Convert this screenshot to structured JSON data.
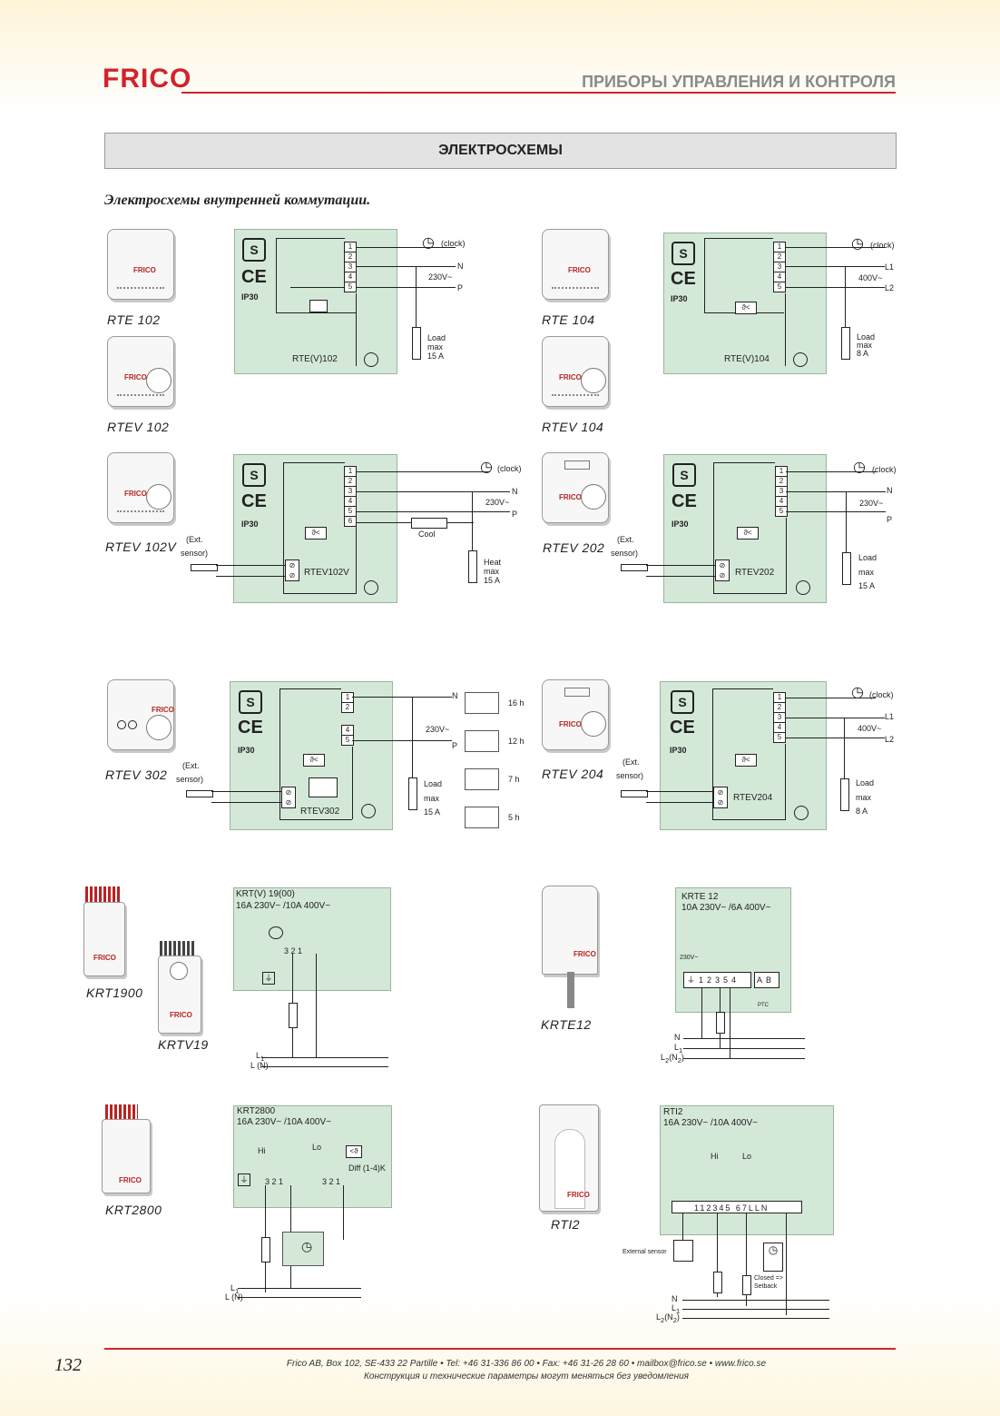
{
  "header": {
    "logo": "FRICO",
    "title": "ПРИБОРЫ УПРАВЛЕНИЯ И КОНТРОЛЯ"
  },
  "section": {
    "title": "ЭЛЕКТРОСХЕМЫ"
  },
  "subtitle": "Электросхемы внутренней коммутации.",
  "devices": {
    "rte102": "RTE 102",
    "rtev102": "RTEV 102",
    "rte104": "RTE 104",
    "rtev104": "RTEV 104",
    "rtev102v": "RTEV 102V",
    "rtev202": "RTEV 202",
    "rtev302": "RTEV 302",
    "rtev204": "RTEV 204",
    "krt1900": "KRT1900",
    "krtv19": "KRTV19",
    "krte12": "KRTE12",
    "krt2800": "KRT2800",
    "rti2": "RTI2"
  },
  "brand": "FRICO",
  "diagrams": {
    "d1": {
      "name": "RTE(V)102",
      "clock": "(clock)",
      "n": "N",
      "v": "230V~",
      "p": "P",
      "load": "Load",
      "max": "max",
      "amp": "15 A",
      "ip": "IP30"
    },
    "d2": {
      "name": "RTE(V)104",
      "clock": "(clock)",
      "l1": "L1",
      "v": "400V~",
      "l2": "L2",
      "load": "Load",
      "max": "max",
      "amp": "8 A",
      "ip": "IP30"
    },
    "d3": {
      "name": "RTEV102V",
      "clock": "(clock)",
      "n": "N",
      "v": "230V~",
      "p": "P",
      "cool": "Cool",
      "heat": "Heat",
      "max": "max",
      "amp": "15 A",
      "ext": "(Ext.",
      "sensor": "sensor)",
      "ip": "IP30"
    },
    "d4": {
      "name": "RTEV202",
      "clock": "(clock)",
      "n": "N",
      "v": "230V~",
      "p": "P",
      "load": "Load",
      "max": "max",
      "amp": "15 A",
      "ext": "(Ext.",
      "sensor": "sensor)",
      "ip": "IP30"
    },
    "d5": {
      "name": "RTEV302",
      "n": "N",
      "v": "230V~",
      "p": "P",
      "load": "Load",
      "max": "max",
      "amp": "15 A",
      "ext": "(Ext.",
      "sensor": "sensor)",
      "ip": "IP30",
      "times": [
        "16 h",
        "12 h",
        "7 h",
        "5 h"
      ]
    },
    "d6": {
      "name": "RTEV204",
      "clock": "(clock)",
      "l1": "L1",
      "v": "400V~",
      "l2": "L2",
      "load": "Load",
      "max": "max",
      "amp": "8 A",
      "ext": "(Ext.",
      "sensor": "sensor)",
      "ip": "IP30"
    },
    "d7": {
      "title": "KRT(V) 19(00)",
      "rating": "16A 230V~ /10A 400V~",
      "l1": "L",
      "l1sub": "1",
      "ln": "L (N)"
    },
    "d8": {
      "title": "KRTE 12",
      "rating": "10A 230V~ /6A 400V~",
      "v": "230V~",
      "ptc": "PTC",
      "n": "N",
      "l1": "L",
      "l1sub": "1",
      "l2": "L",
      "l2sub": "2",
      "l2n": "(N",
      "l2nsub": "2",
      "l2close": ")"
    },
    "d9": {
      "title": "KRT2800",
      "rating": "16A 230V~ /10A 400V~",
      "hi": "Hi",
      "lo": "Lo",
      "diff": "Diff (1-4)K",
      "l1": "L",
      "l1sub": "1",
      "ln": "L (N)"
    },
    "d10": {
      "title": "RTI2",
      "rating": "16A 230V~ /10A 400V~",
      "hi": "Hi",
      "lo": "Lo",
      "ext": "External sensor",
      "closed": "Closed =>",
      "setback": "Setback",
      "n": "N",
      "l1": "L",
      "l1sub": "1",
      "l2": "L",
      "l2sub": "2",
      "l2n": "(N",
      "l2nsub": "2",
      "l2close": ")"
    }
  },
  "footer": {
    "page": "132",
    "line1": "Frico AB, Box 102, SE-433 22 Partille • Tel: +46 31-336 86 00 • Fax: +46 31-26 28 60 • mailbox@frico.se • www.frico.se",
    "line2": "Конструкция и технические параметры могут меняться без уведомления"
  }
}
